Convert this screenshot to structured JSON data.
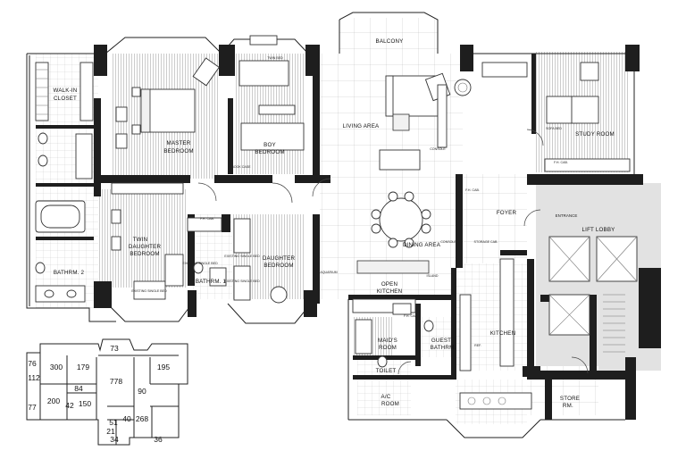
{
  "rooms": {
    "balcony": "BALCONY",
    "walk_in_closet_1": "WALK-IN",
    "walk_in_closet_2": "CLOSET",
    "master_bedroom_1": "MASTER",
    "master_bedroom_2": "BEDROOM",
    "boy_bedroom_1": "BOY",
    "boy_bedroom_2": "BEDROOM",
    "living_area": "LIVING AREA",
    "study_room": "STUDY ROOM",
    "twin_daughter_1": "TWIN",
    "twin_daughter_2": "DAUGHTER",
    "twin_daughter_3": "BEDROOM",
    "daughter_bedroom_1": "DAUGHTER",
    "daughter_bedroom_2": "BEDROOM",
    "foyer": "FOYER",
    "entrance": "ENTRANCE",
    "lift_lobby": "LIFT LOBBY",
    "dining_area": "DINING AREA",
    "bathrm_2": "BATHRM. 2",
    "bathrm_1": "BATHRM. 1",
    "open_kitchen_1": "OPEN",
    "open_kitchen_2": "KITCHEN",
    "kitchen": "KITCHEN",
    "maids_room_1": "MAID'S",
    "maids_room_2": "ROOM",
    "guest_bathrm_1": "GUEST",
    "guest_bathrm_2": "BATHRM.",
    "toilet": "TOILET",
    "ac_room_1": "A/C",
    "ac_room_2": "ROOM",
    "store_rm_1": "STORE",
    "store_rm_2": "RM."
  },
  "small_labels": {
    "twin_bed": "TWIN BED",
    "book_case": "BOOK CASE",
    "fh_cab_1": "F.H. CAB.",
    "fh_cab_2": "F.H. CAB.",
    "fh_cab_3": "F.H. CAB.",
    "fh_cab_4": "F.H. CAB.",
    "existing_single_bed_1": "EXISTING SINGLE BED",
    "existing_single_bed_2": "EXISTING SINGLE BED",
    "existing_single_bed_3": "EXISTING SINGLE BED",
    "existing_single_bed_4": "EXISTING SINGLE BED",
    "aquarium": "AQUARIUM",
    "console_1": "CONSOLE",
    "console_2": "CONSOLE",
    "storage_cab": "STORAGE CAB.",
    "sofa_bed": "SOFA BED",
    "island": "ISLAND",
    "ref": "REF."
  },
  "key_plan": {
    "areas": [
      "73",
      "76",
      "300",
      "179",
      "195",
      "112",
      "778",
      "84",
      "90",
      "200",
      "42",
      "150",
      "77",
      "51",
      "40",
      "268",
      "21",
      "34",
      "36"
    ]
  }
}
